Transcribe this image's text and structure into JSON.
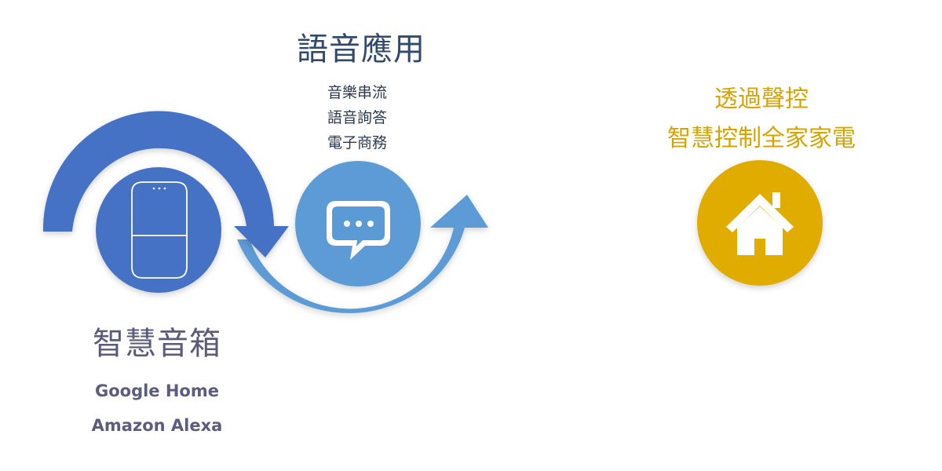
{
  "voice_apps": {
    "title": "語音應用",
    "items": [
      "音樂串流",
      "語音詢答",
      "電子商務"
    ]
  },
  "smart_speaker": {
    "title": "智慧音箱",
    "items": [
      "Google Home",
      "Amazon Alexa"
    ]
  },
  "home_control": {
    "line1": "透過聲控",
    "line2": "智慧控制全家家電"
  },
  "colors": {
    "dark_blue": "#4472c4",
    "light_blue": "#5b9bd5",
    "gold": "#e0ac00",
    "white": "#ffffff"
  },
  "icons": {
    "speaker": "smart-speaker-icon",
    "chat": "chat-bubble-icon",
    "home": "house-icon"
  }
}
